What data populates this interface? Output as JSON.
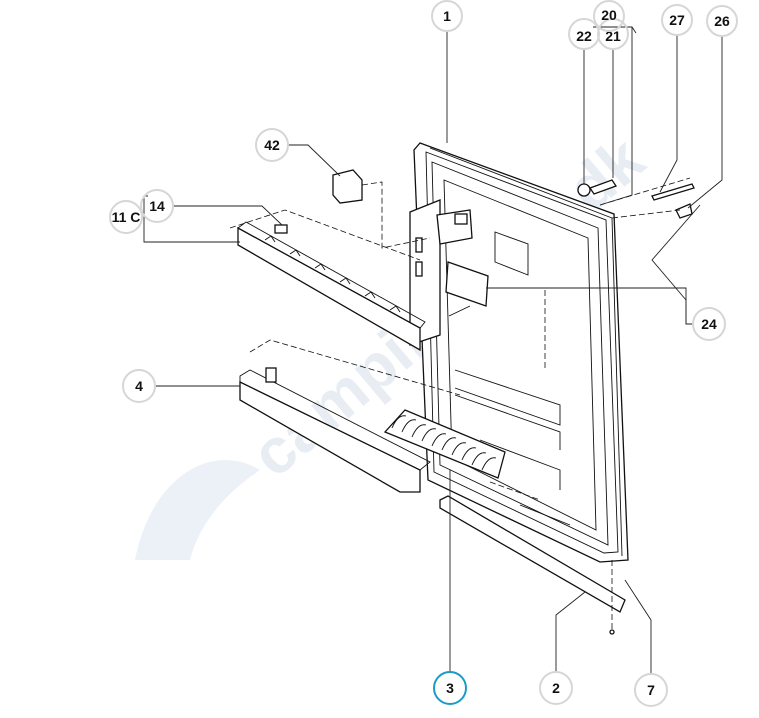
{
  "diagram": {
    "watermark": "campingplus.dk",
    "highlight_color": "#1a9bc8",
    "callouts": {
      "c1": "1",
      "c20": "20",
      "c22": "22",
      "c21": "21",
      "c27": "27",
      "c26": "26",
      "c42": "42",
      "c14": "14",
      "c11c": "11 C",
      "c24": "24",
      "c4": "4",
      "c3": "3",
      "c2": "2",
      "c7": "7"
    },
    "selected_callout": "3"
  }
}
